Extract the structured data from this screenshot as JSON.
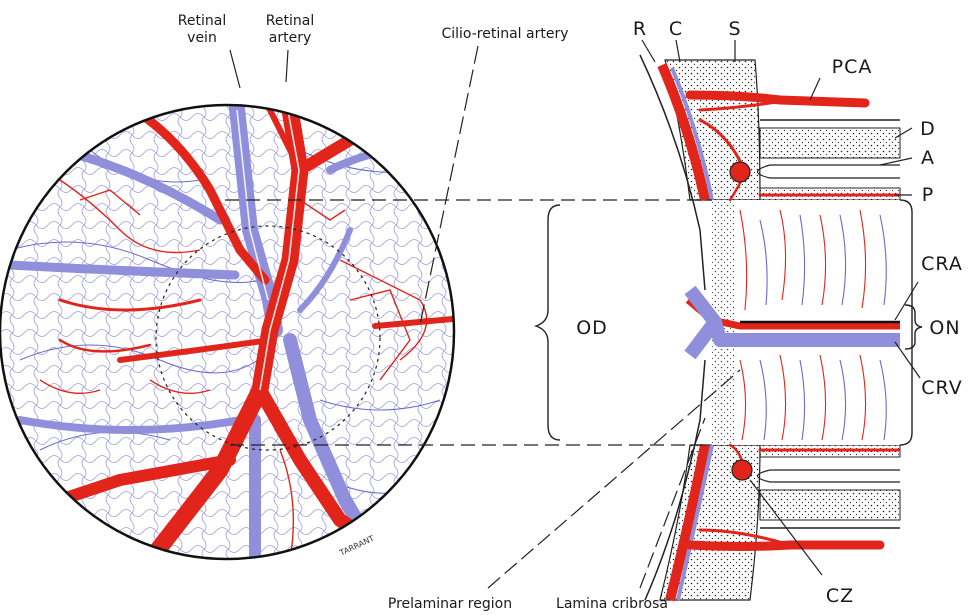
{
  "labels": {
    "retinal_vein": [
      "Retinal",
      "vein"
    ],
    "retinal_artery": [
      "Retinal",
      "artery"
    ],
    "cilio_retinal_artery": "Cilio-retinal artery",
    "prelaminar_region": "Prelaminar region",
    "lamina_cribrosa": "Lamina cribrosa",
    "od": "OD",
    "r": "R",
    "c": "C",
    "s": "S",
    "pca": "PCA",
    "d": "D",
    "a": "A",
    "p": "P",
    "cra": "CRA",
    "on": "ON",
    "crv": "CRV",
    "cz": "CZ",
    "signature": "TARRANT"
  },
  "colors": {
    "artery": "#e1251b",
    "vein": "#8f8fdc",
    "capillary": "#6a6ad0",
    "ink": "#1a1a1a",
    "background": "#ffffff"
  }
}
